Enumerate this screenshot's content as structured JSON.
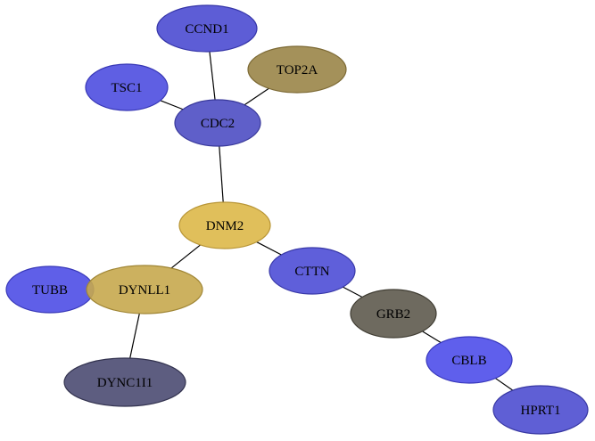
{
  "network": {
    "nodes": [
      {
        "id": "CCND1",
        "label": "CCND1",
        "fill": "#4b4bd1",
        "stroke": "#3535a8",
        "opacity": 0.9
      },
      {
        "id": "TOP2A",
        "label": "TOP2A",
        "fill": "#9a8548",
        "stroke": "#7d6a35",
        "opacity": 0.9
      },
      {
        "id": "TSC1",
        "label": "TSC1",
        "fill": "#4e4ee0",
        "stroke": "#3737b5",
        "opacity": 0.9
      },
      {
        "id": "CDC2",
        "label": "CDC2",
        "fill": "#4e4ec3",
        "stroke": "#38389a",
        "opacity": 0.9
      },
      {
        "id": "DNM2",
        "label": "DNM2",
        "fill": "#ddb849",
        "stroke": "#b89536",
        "opacity": 0.9
      },
      {
        "id": "TUBB",
        "label": "TUBB",
        "fill": "#4e4ee6",
        "stroke": "#3838b8",
        "opacity": 0.9
      },
      {
        "id": "DYNLL1",
        "label": "DYNLL1",
        "fill": "#c6a84e",
        "stroke": "#a08635",
        "opacity": 0.9
      },
      {
        "id": "CTTN",
        "label": "CTTN",
        "fill": "#4e4ed6",
        "stroke": "#3838a8",
        "opacity": 0.9
      },
      {
        "id": "GRB2",
        "label": "GRB2",
        "fill": "#5e5a4e",
        "stroke": "#403d33",
        "opacity": 0.9
      },
      {
        "id": "DYNC1I1",
        "label": "DYNC1I1",
        "fill": "#4b4b72",
        "stroke": "#33334f",
        "opacity": 0.9
      },
      {
        "id": "CBLB",
        "label": "CBLB",
        "fill": "#4e4eea",
        "stroke": "#3838bb",
        "opacity": 0.9
      },
      {
        "id": "HPRT1",
        "label": "HPRT1",
        "fill": "#4e4ed0",
        "stroke": "#3838a3",
        "opacity": 0.9
      }
    ],
    "edges": [
      {
        "source": "CCND1",
        "target": "CDC2"
      },
      {
        "source": "TOP2A",
        "target": "CDC2"
      },
      {
        "source": "TSC1",
        "target": "CDC2"
      },
      {
        "source": "CDC2",
        "target": "DNM2"
      },
      {
        "source": "DNM2",
        "target": "DYNLL1"
      },
      {
        "source": "DNM2",
        "target": "CTTN"
      },
      {
        "source": "TUBB",
        "target": "DYNLL1"
      },
      {
        "source": "DYNLL1",
        "target": "DYNC1I1"
      },
      {
        "source": "CTTN",
        "target": "GRB2"
      },
      {
        "source": "GRB2",
        "target": "CBLB"
      },
      {
        "source": "CBLB",
        "target": "HPRT1"
      }
    ]
  }
}
